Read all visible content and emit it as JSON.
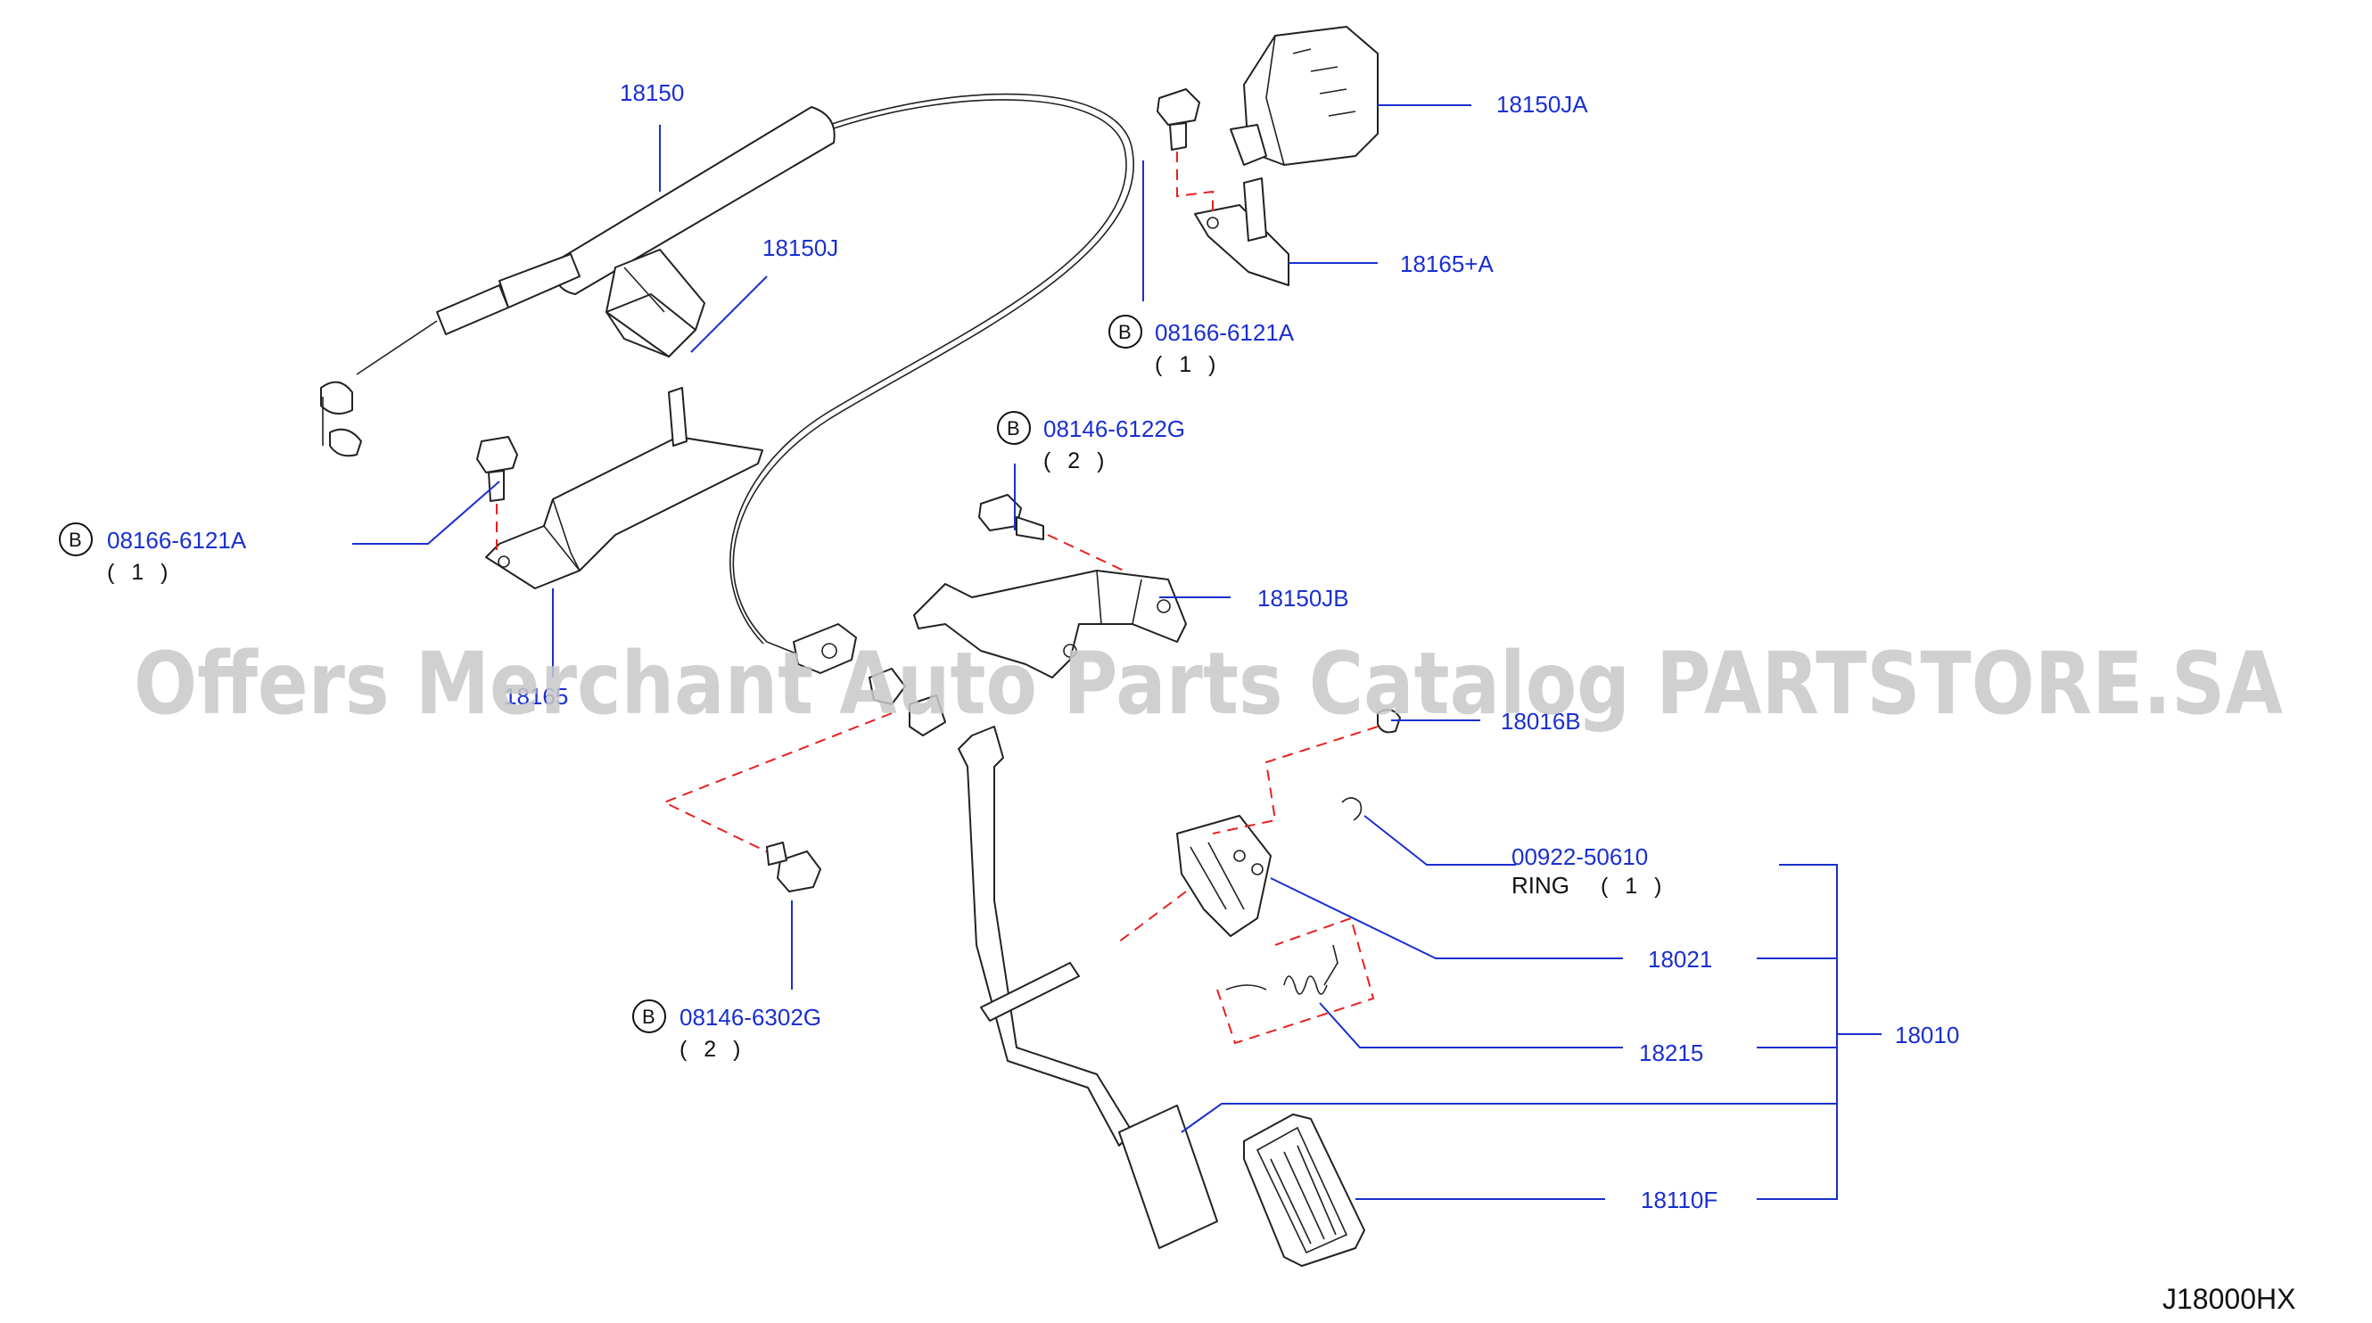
{
  "diagram": {
    "parts": [
      {
        "id": "18150",
        "label": "18150"
      },
      {
        "id": "18150JA",
        "label": "18150JA"
      },
      {
        "id": "18150J",
        "label": "18150J"
      },
      {
        "id": "18165A",
        "label": "18165+A"
      },
      {
        "id": "18150JB",
        "label": "18150JB"
      },
      {
        "id": "18165",
        "label": "18165"
      },
      {
        "id": "18016B",
        "label": "18016B"
      },
      {
        "id": "00922-50610",
        "label": "00922-50610",
        "sub": "RING",
        "qty": "( 1 )"
      },
      {
        "id": "18021",
        "label": "18021"
      },
      {
        "id": "18010",
        "label": "18010"
      },
      {
        "id": "18215",
        "label": "18215"
      },
      {
        "id": "18110F",
        "label": "18110F"
      }
    ],
    "bolts": [
      {
        "marker": "B",
        "label": "08166-6121A",
        "qty": "( 1 )"
      },
      {
        "marker": "B",
        "label": "08146-6122G",
        "qty": "( 2 )"
      },
      {
        "marker": "B",
        "label": "08166-6121A",
        "qty": "( 1 )"
      },
      {
        "marker": "B",
        "label": "08146-6302G",
        "qty": "( 2 )"
      }
    ],
    "diagram_code": "J18000HX",
    "watermark": "Offers Merchant Auto Parts Catalog PARTSTORE.SA"
  }
}
